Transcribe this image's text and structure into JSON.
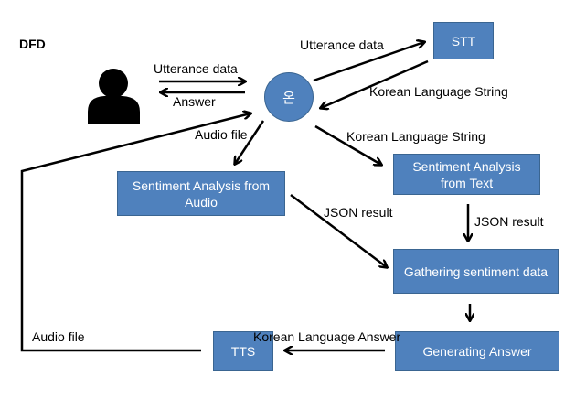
{
  "title": "DFD",
  "center_node": "온",
  "nodes": {
    "stt": "STT",
    "sentiment_audio": "Sentiment Analysis from Audio",
    "sentiment_text": "Sentiment Analysis from Text",
    "gathering": "Gathering sentiment data",
    "generating": "Generating Answer",
    "tts": "TTS"
  },
  "edges": {
    "user_utterance": "Utterance data",
    "answer": "Answer",
    "to_stt": "Utterance data",
    "from_stt": "Korean Language String",
    "to_sentiment_text": "Korean Language String",
    "audio_to_sentiment": "Audio file",
    "json_audio": "JSON result",
    "json_text": "JSON result",
    "korean_answer": "Korean Language Answer",
    "audio_loop": "Audio file"
  },
  "colors": {
    "node_fill": "#4f81bd",
    "node_border": "#3a6591"
  }
}
